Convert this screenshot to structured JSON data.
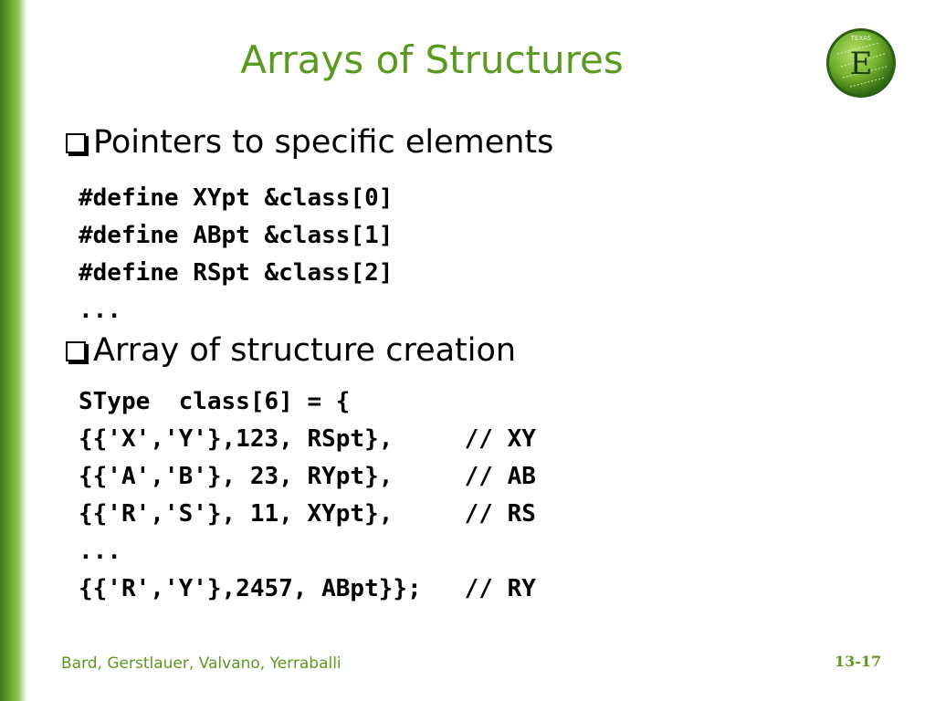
{
  "title": "Arrays of Structures",
  "sections": [
    {
      "heading": "Pointers to specific elements",
      "code": [
        "#define XYpt &class[0]",
        "#define ABpt &class[1]",
        "#define RSpt &class[2]",
        "..."
      ]
    },
    {
      "heading": "Array of structure creation",
      "code": [
        "SType  class[6] = {",
        "{{'X','Y'},123, RSpt},     // XY",
        "{{'A','B'}, 23, RYpt},     // AB",
        "{{'R','S'}, 11, XYpt},     // RS",
        "...",
        "{{'R','Y'},2457, ABpt}};   // RY"
      ]
    }
  ],
  "footer": {
    "authors": "Bard, Gerstlauer, Valvano, Yerraballi",
    "page": "13-17"
  },
  "logo": {
    "letter": "E",
    "arc_text": "TEXAS"
  },
  "colors": {
    "accent": "#5b9a20",
    "bar": "#62a52b"
  }
}
